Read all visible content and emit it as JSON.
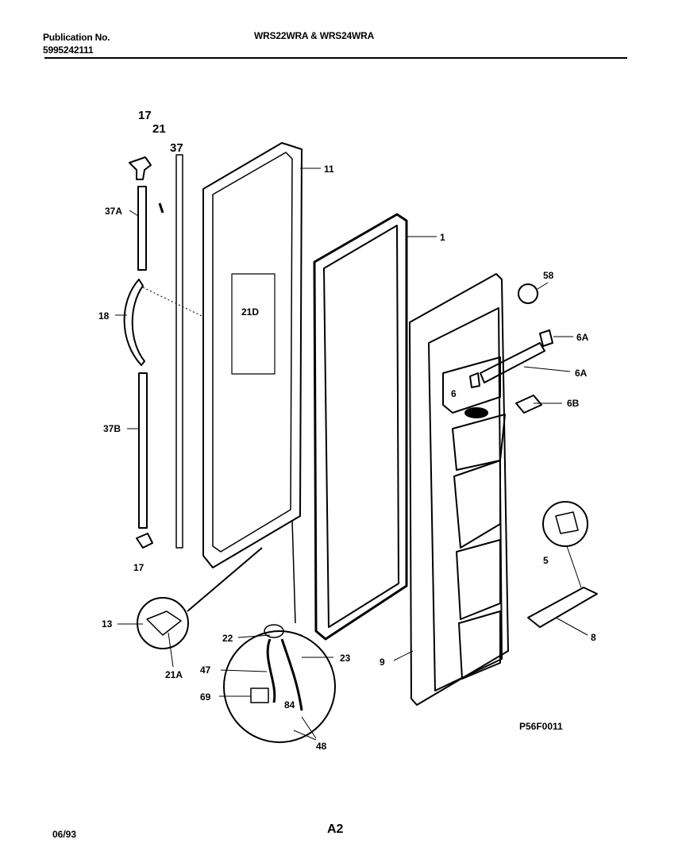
{
  "header": {
    "publication_label": "Publication No.",
    "publication_number": "5995242111",
    "models": "WRS22WRA & WRS24WRA"
  },
  "diagram": {
    "drawing_code": "P56F0011",
    "callouts": {
      "p17_top": "17",
      "p21": "21",
      "p37": "37",
      "p37A": "37A",
      "p18": "18",
      "p37B": "37B",
      "p17_bottom": "17",
      "p11": "11",
      "p21D": "21D",
      "p1": "1",
      "p58": "58",
      "p6A_top": "6A",
      "p6A": "6A",
      "p6": "6",
      "p6B": "6B",
      "p5": "5",
      "p8": "8",
      "p9": "9",
      "p13": "13",
      "p21A": "21A",
      "p22": "22",
      "p23": "23",
      "p47": "47",
      "p69": "69",
      "p84": "84",
      "p48": "48"
    }
  },
  "footer": {
    "date": "06/93",
    "page": "A2"
  }
}
